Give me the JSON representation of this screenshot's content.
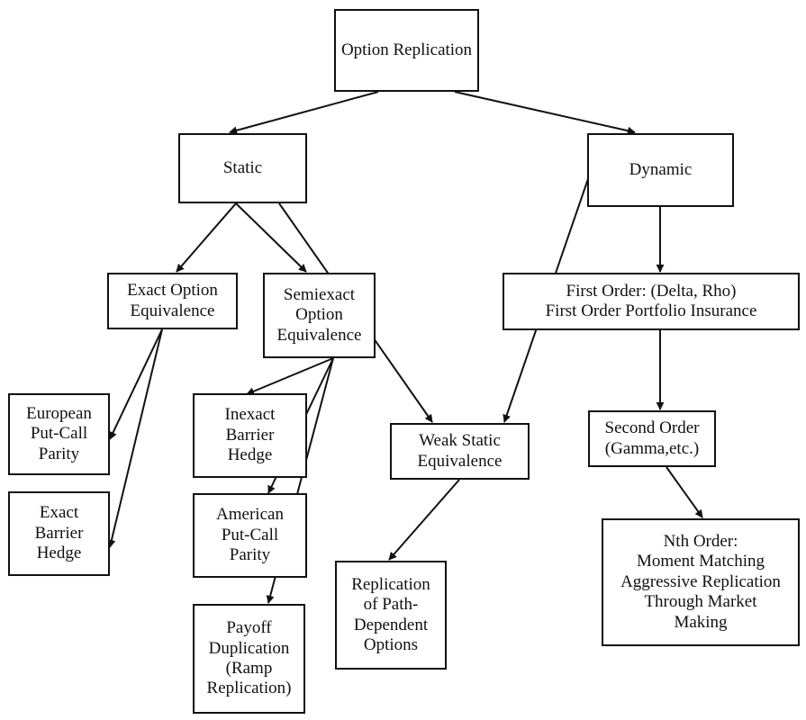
{
  "nodes": {
    "option_replication": "Option Replication",
    "static": "Static",
    "dynamic": "Dynamic",
    "exact_option_equivalence": "Exact Option\nEquivalence",
    "semiexact_option_equivalence": "Semiexact\nOption\nEquivalence",
    "first_order": "First Order: (Delta, Rho)\nFirst Order Portfolio Insurance",
    "european_put_call_parity": "European\nPut-Call\nParity",
    "exact_barrier_hedge": "Exact\nBarrier\nHedge",
    "inexact_barrier_hedge": "Inexact\nBarrier\nHedge",
    "american_put_call_parity": "American\nPut-Call\nParity",
    "payoff_duplication": "Payoff\nDuplication\n(Ramp\nReplication)",
    "weak_static_equivalence": "Weak Static\nEquivalence",
    "second_order": "Second Order\n(Gamma,etc.)",
    "replication_path_dependent": "Replication\nof Path-\nDependent\nOptions",
    "nth_order": "Nth Order:\nMoment Matching\nAggressive Replication\nThrough Market\nMaking"
  }
}
